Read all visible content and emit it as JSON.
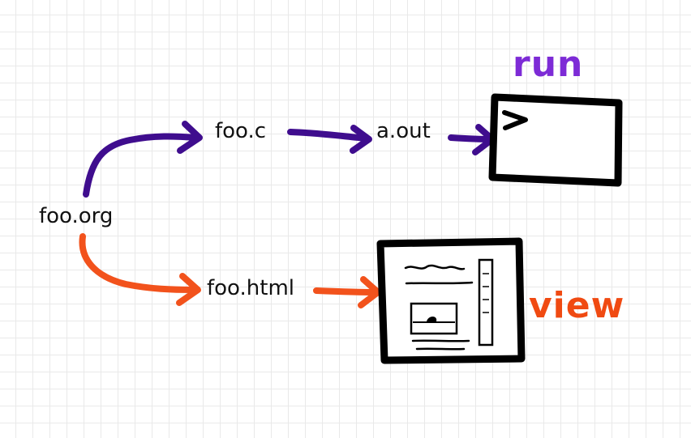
{
  "nodes": {
    "source": "foo.org",
    "c_file": "foo.c",
    "binary": "a.out",
    "html_file": "foo.html"
  },
  "actions": {
    "run": "run",
    "view": "view"
  },
  "colors": {
    "tangle_path": "#3f0d8e",
    "export_path": "#f2521c",
    "run_label": "#7d2bd6",
    "view_label": "#f04a12",
    "box": "#000000"
  },
  "icons": {
    "terminal": "terminal-window-icon",
    "browser": "web-page-icon"
  }
}
